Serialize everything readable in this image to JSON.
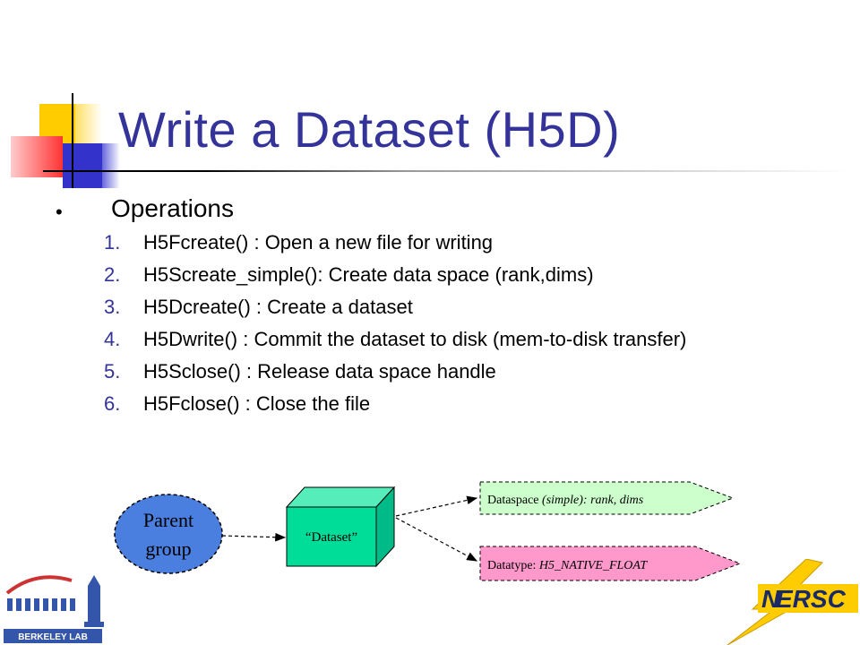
{
  "slide": {
    "title": "Write a Dataset (H5D)",
    "bullet": "Operations",
    "steps": [
      {
        "num": "1.",
        "text": "H5Fcreate() : Open a new file for writing"
      },
      {
        "num": "2.",
        "text": "H5Screate_simple():  Create data space (rank,dims)"
      },
      {
        "num": "3.",
        "text": "H5Dcreate() : Create a dataset"
      },
      {
        "num": "4.",
        "text": "H5Dwrite() : Commit the dataset to disk (mem-to-disk transfer)"
      },
      {
        "num": "5.",
        "text": "H5Sclose() : Release data space handle"
      },
      {
        "num": "6.",
        "text": "H5Fclose() : Close the file"
      }
    ]
  },
  "diagram": {
    "parent_line1": "Parent",
    "parent_line2": "group",
    "dataset_label": "“Dataset”",
    "dataspace_prefix": "Dataspace ",
    "dataspace_italic": "(simple): rank, dims",
    "datatype_prefix": "Datatype: ",
    "datatype_italic": "H5_NATIVE_FLOAT"
  },
  "logos": {
    "berkeley_text": "BERKELEY LAB",
    "nersc_text": "ERSC"
  },
  "colors": {
    "title": "#333399",
    "parent_fill": "#4a7fe0",
    "dataset_front": "#00dd99",
    "dataset_top": "#55eebb",
    "dataspace_fill": "#ccffcc",
    "datatype_fill": "#ff99cc"
  }
}
